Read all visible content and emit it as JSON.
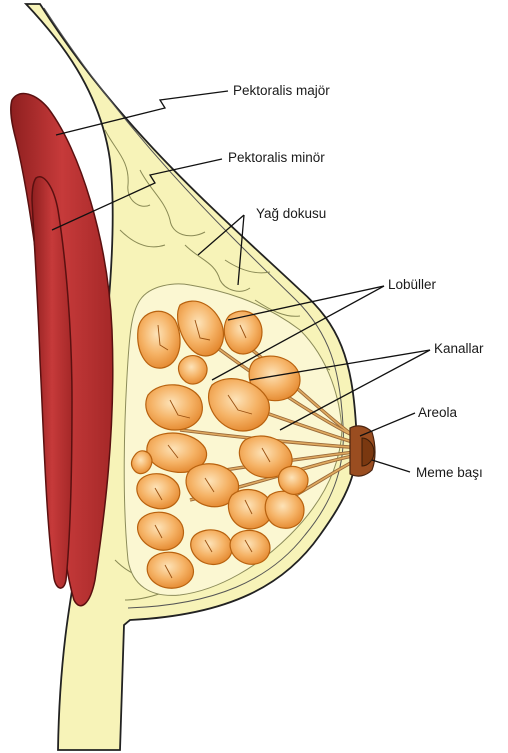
{
  "labels": {
    "pectoralis_major": "Pektoralis majör",
    "pectoralis_minor": "Pektoralis minör",
    "fat_tissue": "Yağ dokusu",
    "lobules": "Lobüller",
    "ducts": "Kanallar",
    "areola": "Areola",
    "nipple": "Meme başı"
  },
  "colors": {
    "skin": "#f7f3b8",
    "muscle": "#b02a2a",
    "lobule": "#f2a24a",
    "areola": "#9a4d20"
  }
}
